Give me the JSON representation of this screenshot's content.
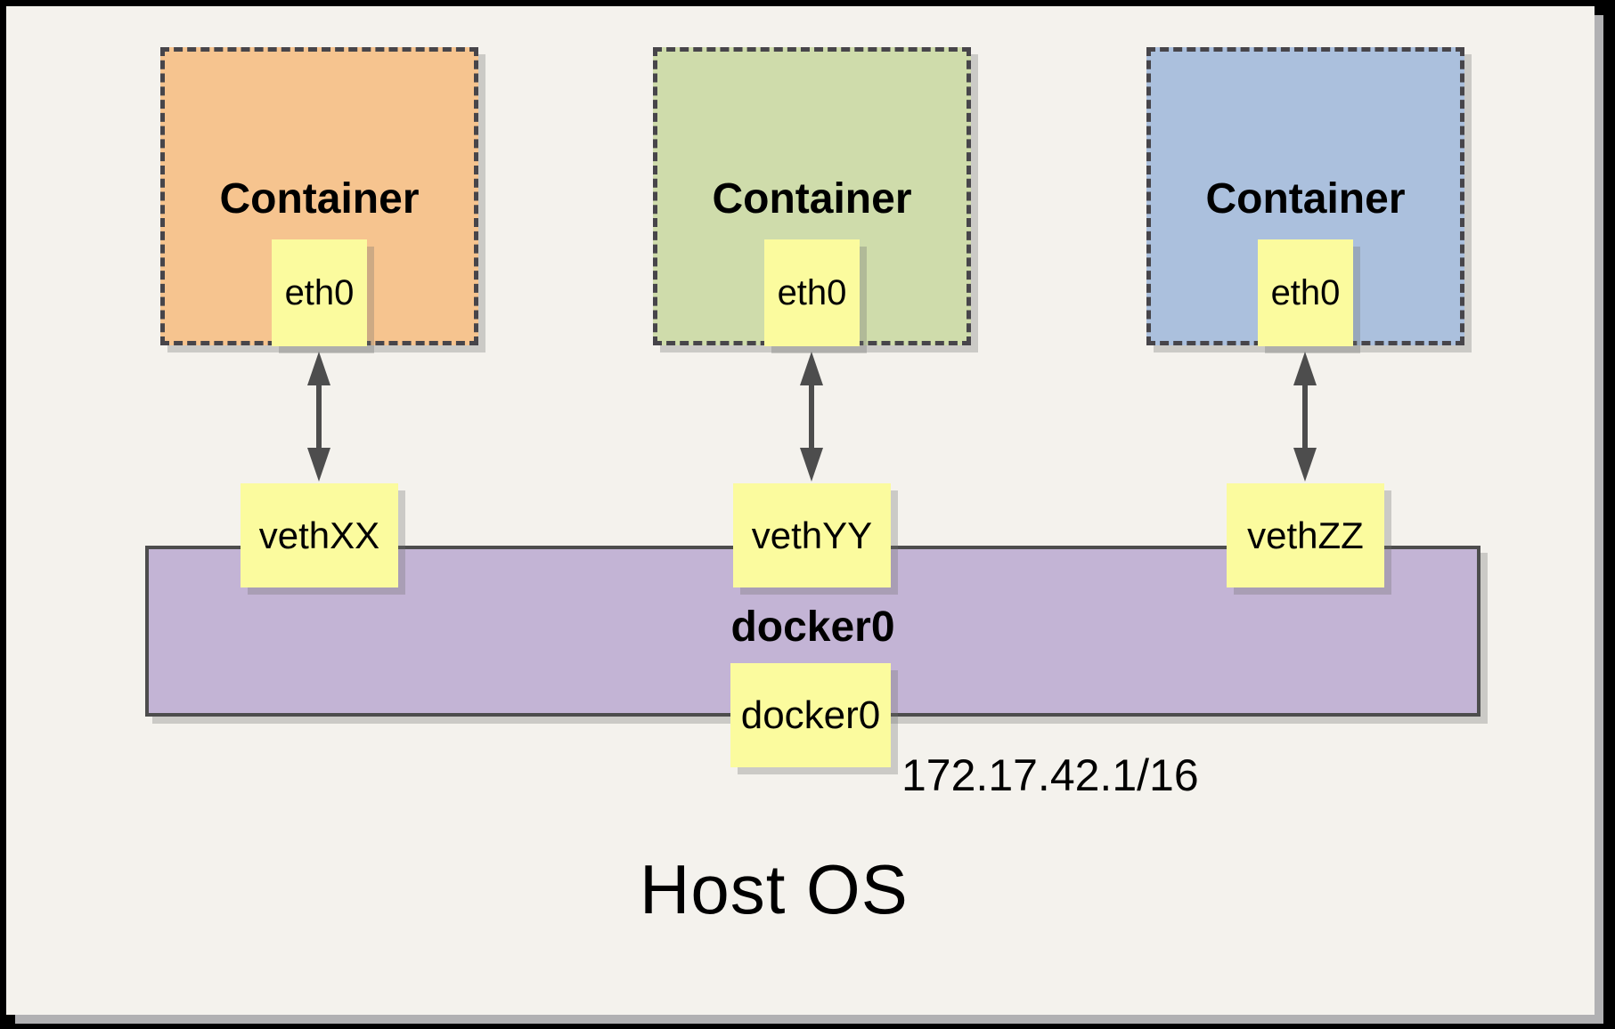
{
  "colors": {
    "frame": "#000000",
    "background": "#F4F2ED",
    "note_yellow": "#FBFB9E",
    "bridge_purple": "#C3B4D5",
    "arrow_gray": "#4D4D4D",
    "dashed_border": "#47454A"
  },
  "containers": [
    {
      "title": "Container",
      "interface": "eth0",
      "veth": "vethXX",
      "fill": "#F6C48F"
    },
    {
      "title": "Container",
      "interface": "eth0",
      "veth": "vethYY",
      "fill": "#CFDCAB"
    },
    {
      "title": "Container",
      "interface": "eth0",
      "veth": "vethZZ",
      "fill": "#ABC0DD"
    }
  ],
  "bridge": {
    "name": "docker0",
    "interface_label": "docker0",
    "ip": "172.17.42.1/16"
  },
  "host": {
    "label": "Host OS"
  }
}
